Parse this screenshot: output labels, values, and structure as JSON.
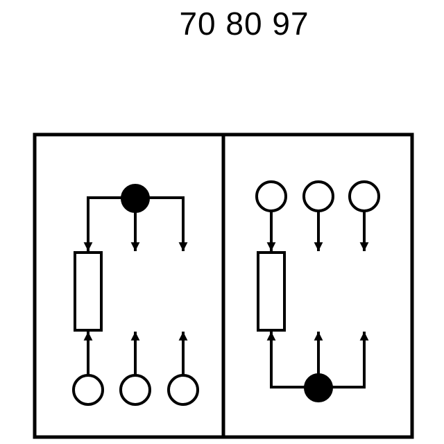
{
  "header": {
    "part_number": "70 80 97"
  },
  "colors": {
    "stroke": "#000000",
    "background": "#ffffff",
    "filled_node": "#000000"
  },
  "diagram": {
    "panels": [
      {
        "id": "left",
        "resistor": "resistor",
        "common_node": "filled-top",
        "terminals": [
          "open",
          "open",
          "open"
        ]
      },
      {
        "id": "right",
        "resistor": "resistor",
        "common_node": "filled-bottom",
        "terminals": [
          "open",
          "open",
          "open"
        ]
      }
    ]
  }
}
